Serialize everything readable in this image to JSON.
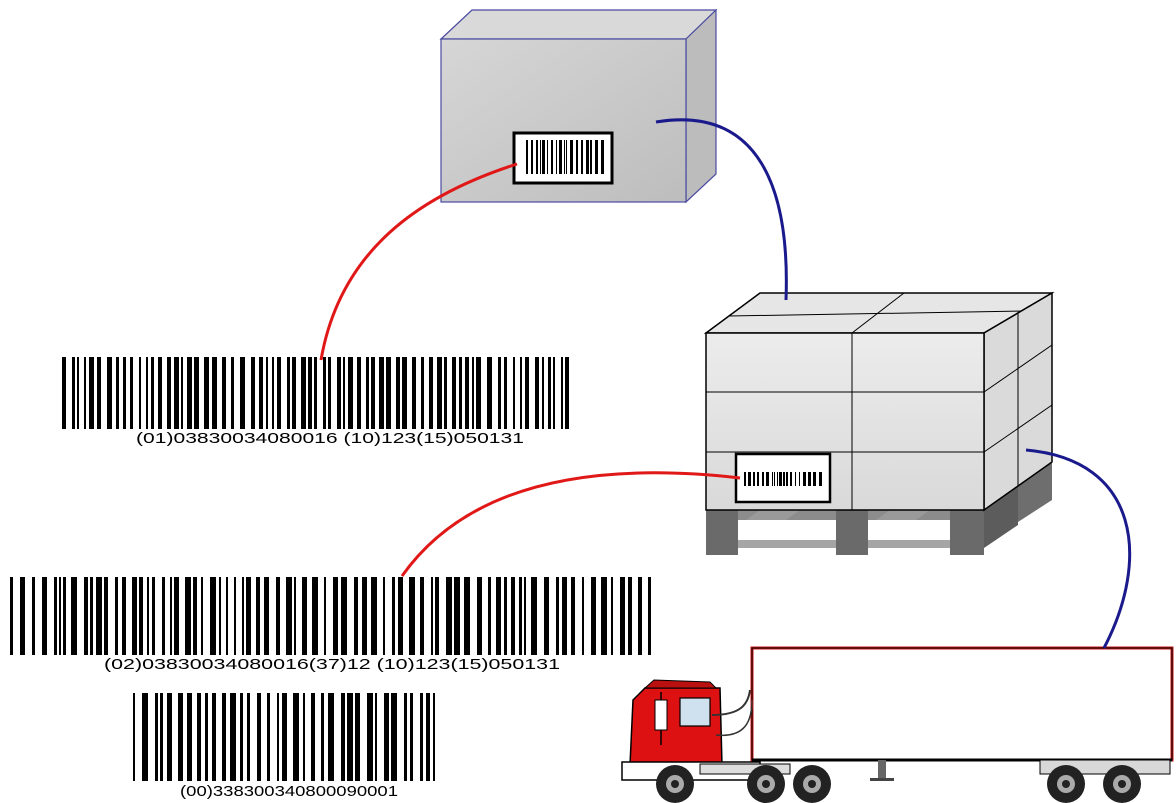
{
  "barcodes": {
    "case_label": "(01)03830034080016  (10)123(15)050131",
    "pallet_label": "(02)03830034080016(37)12  (10)123(15)050131",
    "sscc_label": "(00)338300340800090001"
  },
  "colors": {
    "case_link": "#e01818",
    "pallet_link": "#e01818",
    "hierarchy_link": "#1a1a8c",
    "truck_cab": "#dd1111",
    "trailer_stripe": "#c81818",
    "box_fill": "#c9c9c9",
    "box_edge": "#4a4aa0",
    "pallet_wood": "#6a6a6a"
  },
  "icons": [
    "case-box-icon",
    "pallet-load-icon",
    "truck-icon",
    "barcode-icon"
  ]
}
